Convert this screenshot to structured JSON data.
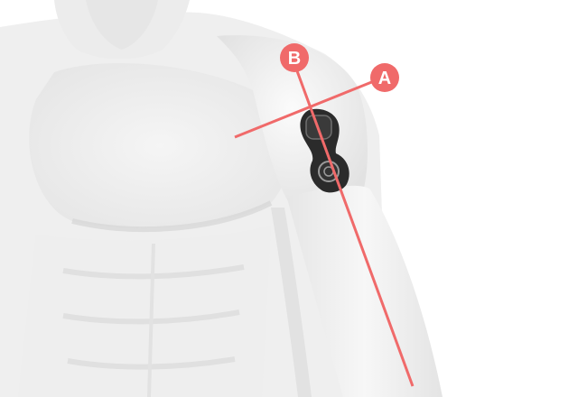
{
  "image": {
    "subject": "male-torso-shoulder-illustration",
    "device": "electrode-pad-pair"
  },
  "lines": [
    {
      "id": "A",
      "color": "#f06a6a"
    },
    {
      "id": "B",
      "color": "#f06a6a"
    }
  ],
  "markers": [
    {
      "label": "A",
      "color": "#f06a6a",
      "text_color": "#ffffff"
    },
    {
      "label": "B",
      "color": "#f06a6a",
      "text_color": "#ffffff"
    }
  ],
  "colors": {
    "skin_light": "#f4f4f4",
    "skin_shade": "#dcdcdc",
    "pad_body": "#2b2b2b",
    "pad_ring": "#9a9a9a",
    "accent": "#f06a6a"
  }
}
